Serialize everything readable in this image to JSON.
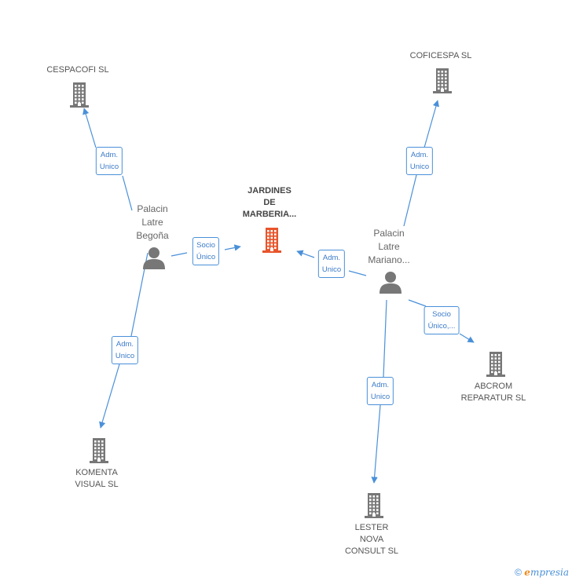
{
  "nodes": {
    "main": {
      "lines": [
        "JARDINES",
        "DE",
        "MARBERIA..."
      ],
      "color": "#e8542a"
    },
    "cespacofi": {
      "lines": [
        "CESPACOFI SL"
      ]
    },
    "coficespa": {
      "lines": [
        "COFICESPA SL"
      ]
    },
    "begona": {
      "lines": [
        "Palacin",
        "Latre",
        "Begoña"
      ]
    },
    "mariano": {
      "lines": [
        "Palacin",
        "Latre",
        "Mariano..."
      ]
    },
    "komenta": {
      "lines": [
        "KOMENTA",
        "VISUAL SL"
      ]
    },
    "lester": {
      "lines": [
        "LESTER",
        "NOVA",
        "CONSULT SL"
      ]
    },
    "abcrom": {
      "lines": [
        "ABCROM",
        "REPARATUR SL"
      ]
    }
  },
  "edges": {
    "begona_cespacofi": {
      "lines": [
        "Adm.",
        "Unico"
      ]
    },
    "begona_main": {
      "lines": [
        "Socio",
        "Único"
      ]
    },
    "begona_komenta": {
      "lines": [
        "Adm.",
        "Unico"
      ]
    },
    "mariano_coficespa": {
      "lines": [
        "Adm.",
        "Unico"
      ]
    },
    "mariano_main": {
      "lines": [
        "Adm.",
        "Unico"
      ]
    },
    "mariano_abcrom": {
      "lines": [
        "Socio",
        "Único,..."
      ]
    },
    "mariano_lester": {
      "lines": [
        "Adm.",
        "Unico"
      ]
    }
  },
  "colors": {
    "edge": "#4a90d9",
    "building": "#777777",
    "person": "#777777",
    "main_building": "#e8542a"
  },
  "footer": {
    "copyright": "©",
    "brand_e": "e",
    "brand_rest": "mpresia"
  }
}
